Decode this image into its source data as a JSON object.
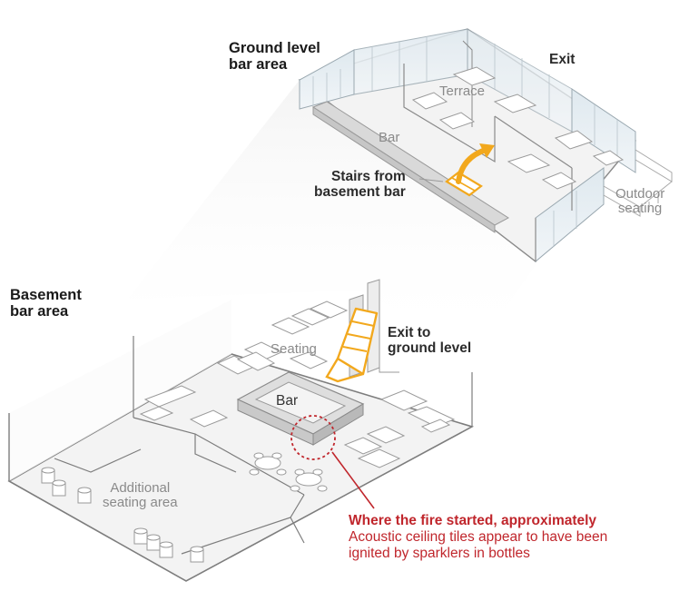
{
  "labels": {
    "ground_level_title": [
      "Ground level",
      "bar area"
    ],
    "basement_title": [
      "Basement",
      "bar area"
    ],
    "exit": "Exit",
    "terrace": "Terrace",
    "ground_bar": "Bar",
    "stairs_from_basement": [
      "Stairs from",
      "basement bar"
    ],
    "outdoor_seating": [
      "Outdoor",
      "seating"
    ],
    "exit_to_ground": [
      "Exit to",
      "ground level"
    ],
    "seating": "Seating",
    "basement_bar": "Bar",
    "additional_seating": [
      "Additional",
      "seating area"
    ]
  },
  "fire": {
    "headline": "Where the fire started, approximately",
    "description": [
      "Acoustic ceiling tiles appear to have been",
      "ignited by sparklers in bottles"
    ]
  },
  "colors": {
    "stairs_accent": "#f2a81d",
    "fire_red": "#c0262c",
    "outline": "#9a9a9a",
    "glass": "#e6eef3"
  }
}
